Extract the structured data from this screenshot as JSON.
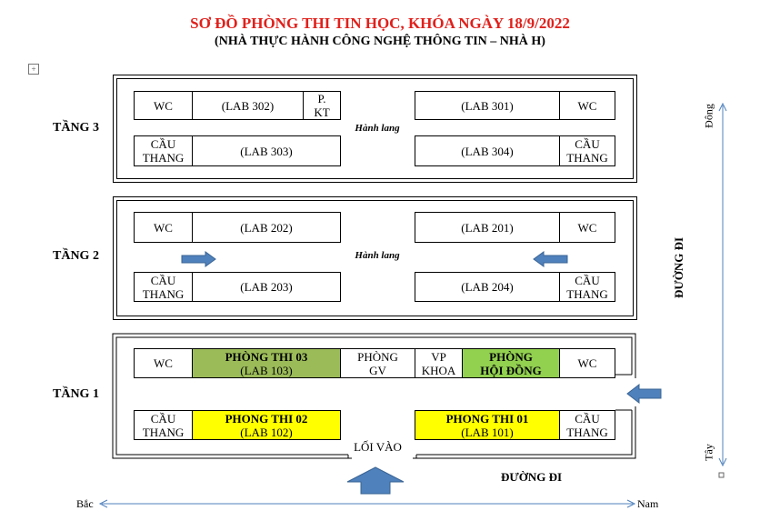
{
  "title": "SƠ ĐỒ PHÒNG THI TIN HỌC, KHÓA NGÀY 18/9/2022",
  "subtitle": "(NHÀ THỰC HÀNH CÔNG NGHỆ THÔNG TIN – NHÀ H)",
  "anchor_symbol": "+",
  "colors": {
    "title": "#e0201b",
    "arrow": "#4f81bd",
    "exam_room": "#ffff00",
    "council": "#92d050",
    "lab103": "#9bbb59"
  },
  "floor3": {
    "label": "TẦNG 3",
    "wc_left": "WC",
    "lab302": "(LAB 302)",
    "pkt_line1": "P.",
    "pkt_line2": "KT",
    "lab301": "(LAB 301)",
    "wc_right": "WC",
    "hall": "Hành lang",
    "stair_left_1": "CẦU",
    "stair_left_2": "THANG",
    "lab303": "(LAB 303)",
    "lab304": "(LAB 304)",
    "stair_right_1": "CẦU",
    "stair_right_2": "THANG"
  },
  "floor2": {
    "label": "TẦNG 2",
    "wc_left": "WC",
    "lab202": "(LAB 202)",
    "lab201": "(LAB 201)",
    "wc_right": "WC",
    "hall": "Hành lang",
    "stair_left_1": "CẦU",
    "stair_left_2": "THANG",
    "lab203": "(LAB 203)",
    "lab204": "(LAB 204)",
    "stair_right_1": "CẦU",
    "stair_right_2": "THANG"
  },
  "floor1": {
    "label": "TẦNG 1",
    "wc_left": "WC",
    "exam03_title": "PHÒNG THI 03",
    "exam03_lab": "(LAB 103)",
    "gv_line1": "PHÒNG",
    "gv_line2": "GV",
    "vp_line1": "VP",
    "vp_line2": "KHOA",
    "council_line1": "PHÒNG",
    "council_line2": "HỘI ĐỒNG",
    "wc_right": "WC",
    "stair_left_1": "CẦU",
    "stair_left_2": "THANG",
    "exam02_title": "PHONG THI 02",
    "exam02_lab": "(LAB 102)",
    "entrance": "LỐI VÀO",
    "exam01_title": "PHONG THI 01",
    "exam01_lab": "(LAB 101)",
    "stair_right_1": "CẦU",
    "stair_right_2": "THANG"
  },
  "road_right": "ĐƯỜNG ĐI",
  "road_bottom": "ĐƯỜNG ĐI",
  "directions": {
    "east": "Đông",
    "west": "Tây",
    "north": "Bắc",
    "south": "Nam"
  }
}
